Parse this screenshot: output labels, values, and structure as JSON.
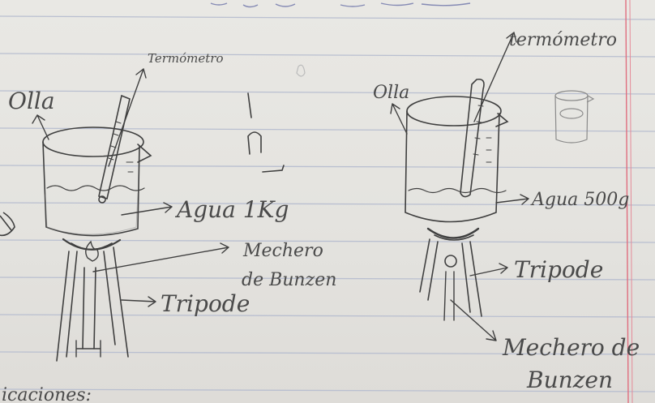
{
  "labels": {
    "left": {
      "pot": "Olla",
      "thermometer": "Termómetro",
      "water": "Agua 1Kg",
      "burner_line1": "Mechero",
      "burner_line2": "de Bunzen",
      "tripod": "Tripode"
    },
    "right": {
      "pot": "Olla",
      "thermometer": "termómetro",
      "water": "Agua 500g",
      "tripod": "Tripode",
      "burner_line1": "Mechero de",
      "burner_line2": "Bunzen"
    },
    "bottom_fragment": "icaciones:"
  },
  "colors": {
    "paper": "#e6e5e1",
    "ruled_line": "#b9bfd0",
    "margin_line": "#e06d7e",
    "pencil": "#3f3f3f"
  }
}
